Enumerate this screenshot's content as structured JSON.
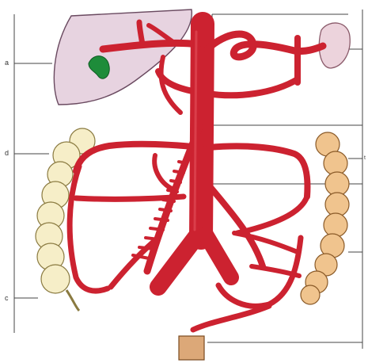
{
  "figure": {
    "label_markers": {
      "left_top": "a",
      "left_middle": "d",
      "left_bottom": "c",
      "right_middle": "t"
    }
  },
  "colors": {
    "artery": "#cc2230",
    "artery_dark": "#9a1622",
    "liver": "#e7d3e0",
    "gallbladder": "#1e8c3a",
    "spleen": "#ecd3dc",
    "colon_left": "#f6eec8",
    "colon_right": "#f0c48e",
    "rectum": "#dca878",
    "leader_line": "#444444"
  }
}
